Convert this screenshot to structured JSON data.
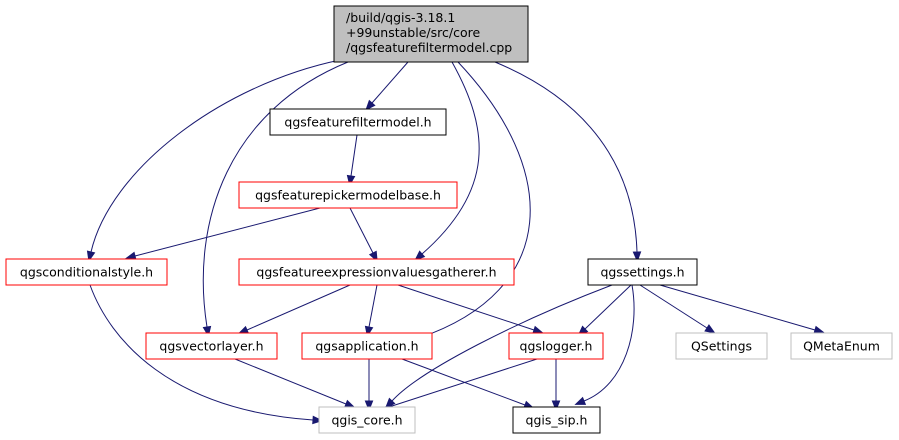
{
  "colors": {
    "edge": "#191970",
    "root_fill": "#bfbfbf",
    "border_black": "#000000",
    "border_red": "#ff0000",
    "border_gray": "#bfbfbf",
    "text": "#000000"
  },
  "nodes": {
    "root": {
      "lines": [
        "/build/qgis-3.18.1",
        "+99unstable/src/core",
        "/qgsfeaturefiltermodel.cpp"
      ],
      "style": "root"
    },
    "qgsfeaturefiltermodel_h": {
      "label": "qgsfeaturefiltermodel.h",
      "style": "black"
    },
    "qgsfeaturepickermodelbase_h": {
      "label": "qgsfeaturepickermodelbase.h",
      "style": "red"
    },
    "qgsconditionalstyle_h": {
      "label": "qgsconditionalstyle.h",
      "style": "red"
    },
    "qgsfeatureexpressionvaluesgatherer_h": {
      "label": "qgsfeatureexpressionvaluesgatherer.h",
      "style": "red"
    },
    "qgssettings_h": {
      "label": "qgssettings.h",
      "style": "black"
    },
    "qgsvectorlayer_h": {
      "label": "qgsvectorlayer.h",
      "style": "red"
    },
    "qgsapplication_h": {
      "label": "qgsapplication.h",
      "style": "red"
    },
    "qgslogger_h": {
      "label": "qgslogger.h",
      "style": "red"
    },
    "QSettings": {
      "label": "QSettings",
      "style": "gray"
    },
    "QMetaEnum": {
      "label": "QMetaEnum",
      "style": "gray"
    },
    "qgis_core_h": {
      "label": "qgis_core.h",
      "style": "gray"
    },
    "qgis_sip_h": {
      "label": "qgis_sip.h",
      "style": "black"
    }
  }
}
